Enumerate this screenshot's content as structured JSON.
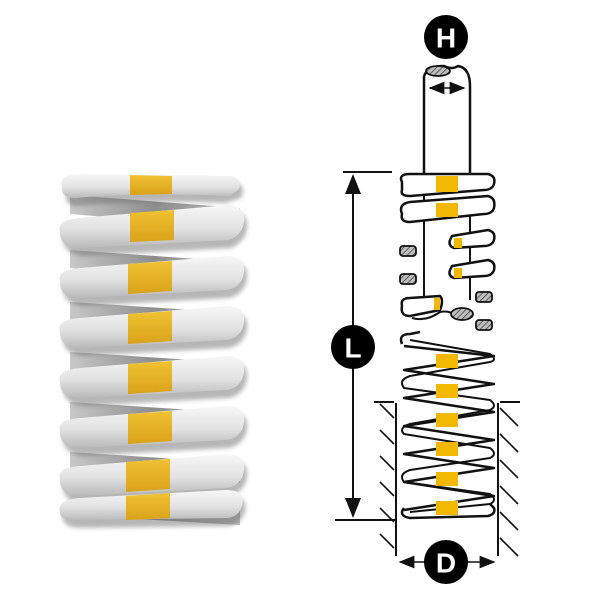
{
  "diagram": {
    "subject": "die spring",
    "colors": {
      "spring_body": "#e8e8e8",
      "spring_shadow": "#9a9a9a",
      "stripe": "#f2b800",
      "stripe_photo": "#e8b422",
      "line": "#111111",
      "badge_bg": "#000000",
      "badge_text": "#ffffff",
      "hatch_fill": "#888888"
    },
    "photo": {
      "name": "spring-photo",
      "coil_count": 8
    },
    "drawing": {
      "name": "spring-technical-drawing",
      "labels": {
        "h": {
          "text": "H",
          "meaning": "rod / guide pin diameter"
        },
        "l": {
          "text": "L",
          "meaning": "free length"
        },
        "d": {
          "text": "D",
          "meaning": "bore / hole diameter"
        }
      }
    }
  }
}
